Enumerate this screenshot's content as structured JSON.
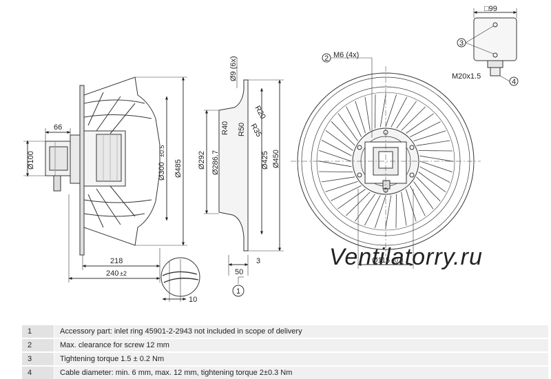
{
  "drawing": {
    "side_view": {
      "d_motor": "Ø100",
      "len_66": "66",
      "d_300": "Ø300",
      "tol_300": "±0.5",
      "d_485": "Ø485",
      "len_218": "218",
      "len_240": "240",
      "tol_240": "±2",
      "detail_10": "10"
    },
    "inlet_ring": {
      "holes": "Ø9 (6x)",
      "r20": "R20",
      "r35": "R35",
      "r40": "R40",
      "r50": "R50",
      "d_292": "Ø292",
      "d_2867": "Ø286.7",
      "d_425": "Ø425",
      "d_450": "Ø450",
      "len_50": "50",
      "len_3": "3",
      "callout_1": "1"
    },
    "front_view": {
      "callout_2": "2",
      "screw": "M6 (4x)",
      "d_115": "Ø115",
      "tol_115": "±0.3"
    },
    "terminal_box": {
      "size": "□99",
      "callout_3": "3",
      "gland": "M20x1.5",
      "callout_4": "4"
    },
    "watermark": "Ventilatorry.ru"
  },
  "notes": [
    {
      "num": "1",
      "text": "Accessory part: inlet ring 45901-2-2943 not included in scope of delivery"
    },
    {
      "num": "2",
      "text": "Max. clearance for screw 12 mm"
    },
    {
      "num": "3",
      "text": "Tightening torque 1.5 ± 0.2 Nm"
    },
    {
      "num": "4",
      "text": "Cable diameter: min. 6 mm, max. 12 mm, tightening torque 2±0.3 Nm"
    }
  ]
}
